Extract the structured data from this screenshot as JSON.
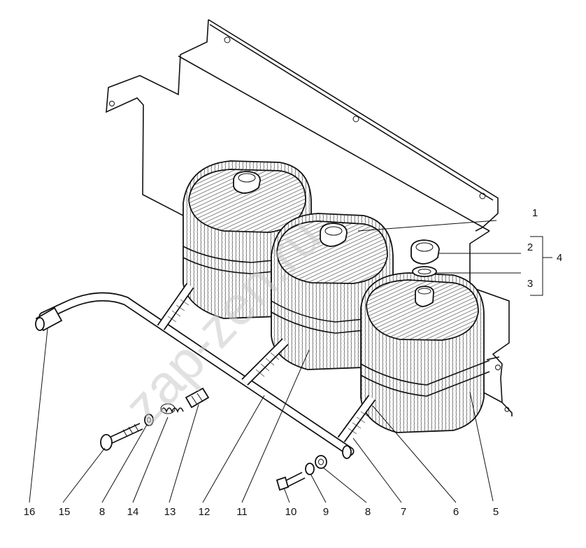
{
  "watermark": "zap-zen.ru",
  "callouts": [
    "1",
    "2",
    "3",
    "4",
    "5",
    "6",
    "7",
    "8",
    "9",
    "10",
    "11",
    "12",
    "13",
    "14",
    "15",
    "16",
    "8"
  ]
}
